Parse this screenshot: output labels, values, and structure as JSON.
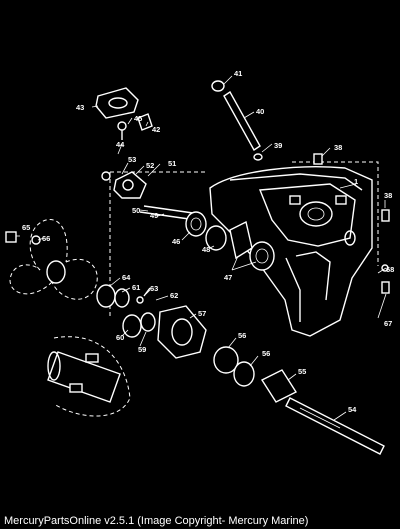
{
  "footer": {
    "caption": "MercuryPartsOnline v2.5.1 (Image Copyright- Mercury Marine)"
  },
  "callouts": [
    "1",
    "38",
    "38",
    "39",
    "40",
    "41",
    "42",
    "43",
    "44",
    "45",
    "46",
    "47",
    "48",
    "49",
    "50",
    "51",
    "52",
    "53",
    "54",
    "55",
    "56",
    "56",
    "57",
    "59",
    "60",
    "61",
    "62",
    "63",
    "64",
    "65",
    "66",
    "67",
    "68"
  ]
}
